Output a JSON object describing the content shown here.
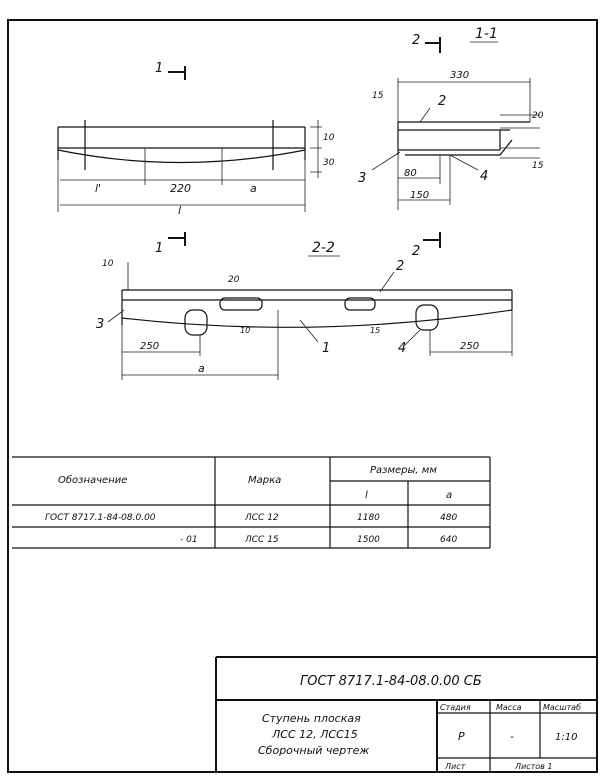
{
  "view1": {
    "section_mark": "1",
    "dims": [
      "l'",
      "220",
      "a",
      "l",
      "10",
      "30"
    ]
  },
  "section11": {
    "title": "1-1",
    "cut_mark": "2",
    "dims": [
      "330",
      "15",
      "20",
      "80",
      "150",
      "15"
    ],
    "callouts": [
      "2",
      "3",
      "4"
    ]
  },
  "view22": {
    "title": "2-2",
    "dims": [
      "10",
      "20",
      "250",
      "250",
      "a",
      "10",
      "15"
    ],
    "callouts": [
      "1",
      "2",
      "3",
      "4"
    ]
  },
  "cut_marks": {
    "lower_left": "1",
    "lower_right": "2"
  },
  "table": {
    "headers": {
      "designation": "Обозначение",
      "mark": "Марка",
      "sizes": "Размеры, мм",
      "l": "l",
      "a": "a"
    },
    "rows": [
      {
        "designation": "ГОСТ 8717.1-84-08.0.00",
        "mark": "ЛСС 12",
        "l": "1180",
        "a": "480"
      },
      {
        "designation": "- 01",
        "mark": "ЛСС 15",
        "l": "1500",
        "a": "640"
      }
    ]
  },
  "title_block": {
    "code": "ГОСТ 8717.1-84-08.0.00 СБ",
    "name_line1": "Ступень плоская",
    "name_line2": "ЛСС 12,  ЛСС15",
    "name_line3": "Сборочный чертеж",
    "stage_label": "Стадия",
    "mass_label": "Масса",
    "scale_label": "Масштаб",
    "stage": "Р",
    "mass": "-",
    "scale": "1:10",
    "sheet_label": "Лист",
    "sheets_label": "Листов 1"
  }
}
